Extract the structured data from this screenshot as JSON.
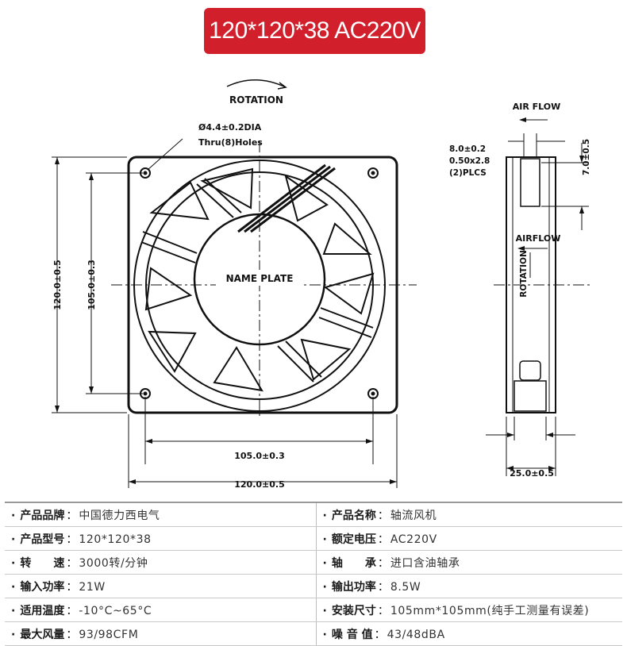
{
  "title": "120*120*38 AC220V",
  "drawing": {
    "rotation": "ROTATION",
    "hole_spec_line1": "Ø4.4±0.2DIA",
    "hole_spec_line2": "Thru(8)Holes",
    "name_plate": "NAME PLATE",
    "dim_left_outer": "120.0±0.5",
    "dim_left_inner": "105.0±0.3",
    "dim_bottom_inner": "105.0±0.3",
    "dim_bottom_outer": "120.0±0.5",
    "air_flow_top": "AIR FLOW",
    "terminal_spec_line1": "8.0±0.2",
    "terminal_spec_line2": "0.50x2.8",
    "terminal_spec_line3": "(2)PLCS",
    "dim_terminal_height": "7.0±0.5",
    "airflow_side": "AIRFLOW",
    "rotation_side": "ROTATION",
    "dim_depth": "25.0±0.5"
  },
  "specs": [
    {
      "left": {
        "label": "产品品牌",
        "value": "中国德力西电气"
      },
      "right": {
        "label": "产品名称",
        "value": "轴流风机"
      }
    },
    {
      "left": {
        "label": "产品型号",
        "value": "120*120*38"
      },
      "right": {
        "label": "额定电压",
        "value": "AC220V"
      }
    },
    {
      "left": {
        "label": "转　　速",
        "value": "3000转/分钟"
      },
      "right": {
        "label": "轴　　承",
        "value": "进口含油轴承"
      }
    },
    {
      "left": {
        "label": "输入功率",
        "value": "21W"
      },
      "right": {
        "label": "输出功率",
        "value": "8.5W"
      }
    },
    {
      "left": {
        "label": "适用温度",
        "value": "-10°C~65°C"
      },
      "right": {
        "label": "安装尺寸",
        "value": "105mm*105mm(纯手工测量有误差)"
      }
    },
    {
      "left": {
        "label": "最大风量",
        "value": "93/98CFM"
      },
      "right": {
        "label": "噪 音 值",
        "value": "43/48dBA"
      }
    }
  ]
}
